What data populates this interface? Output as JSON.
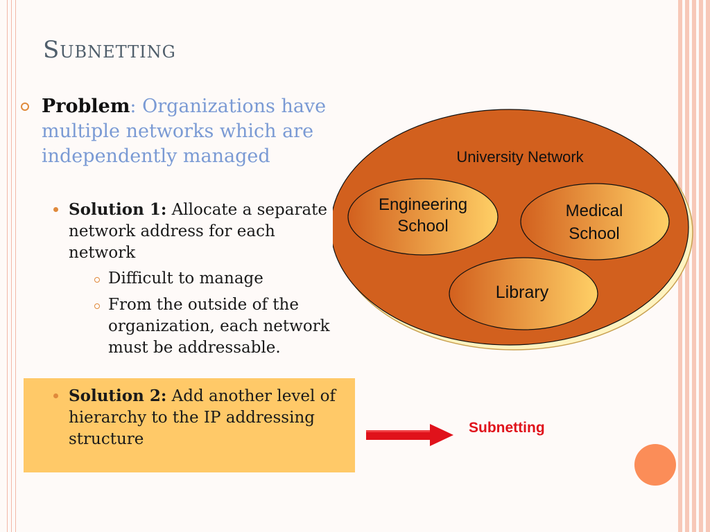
{
  "slide": {
    "title": "Subnetting",
    "problem_label": "Problem",
    "problem_text": ": Organizations have multiple networks which are independently managed",
    "solution1_label": "Solution 1:",
    "solution1_text": " Allocate a separate network address for each network",
    "detail1": "Difficult to manage",
    "detail2": "From the outside of the organization, each network must be addressable.",
    "solution2_label": "Solution 2:",
    "solution2_text": " Add another level of hierarchy to the IP addressing structure"
  },
  "diagram": {
    "university_label": "University Network",
    "engineering_line1": "Engineering",
    "engineering_line2": "School",
    "medical_line1": "Medical",
    "medical_line2": "School",
    "library_label": "Library"
  },
  "arrow": {
    "label": "Subnetting"
  },
  "colors": {
    "outer_ellipse": "#d2601e",
    "inner_gradient_start": "#d2601e",
    "inner_gradient_end": "#ffd066",
    "highlight": "#ffc968",
    "arrow": "#e0121b",
    "bullet": "#e08a3c",
    "accent_text": "#7a9ad4",
    "corner_circle": "#fb8d58"
  }
}
